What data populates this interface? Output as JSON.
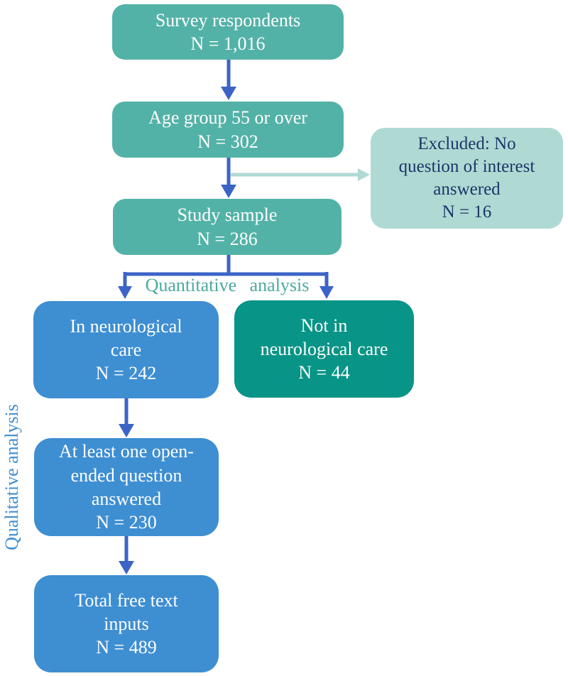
{
  "figure": {
    "type": "flow-diagram",
    "nodes": {
      "survey": {
        "label": "Survey respondents\nN = 1,016",
        "n": 1016,
        "fill": "#53B2A7",
        "text_color": "#FFFFFF"
      },
      "age_group": {
        "label": "Age group 55 or over\nN = 302",
        "n": 302,
        "fill": "#53B2A7",
        "text_color": "#FFFFFF"
      },
      "excluded": {
        "label": "Excluded: No\nquestion of interest\nanswered\nN = 16",
        "n": 16,
        "fill": "#AFDAD4",
        "text_color": "#1C3667"
      },
      "study_sample": {
        "label": "Study sample\nN = 286",
        "n": 286,
        "fill": "#53B2A7",
        "text_color": "#FFFFFF"
      },
      "in_care": {
        "label": "In neurological\ncare\nN = 242",
        "n": 242,
        "fill": "#3E8ED2",
        "text_color": "#FFFFFF"
      },
      "not_in_care": {
        "label": "Not in\nneurological care\nN = 44",
        "n": 44,
        "fill": "#089486",
        "text_color": "#FFFFFF"
      },
      "open_ended": {
        "label": "At least one open-\nended question\nanswered\nN = 230",
        "n": 230,
        "fill": "#3E8ED2",
        "text_color": "#FFFFFF"
      },
      "free_text": {
        "label": "Total free text\ninputs\nN = 489",
        "n": 489,
        "fill": "#3E8ED2",
        "text_color": "#FFFFFF"
      }
    },
    "annotations": {
      "quantitative_label": "Quantitative analysis",
      "qualitative_label": "Qualitative analysis"
    },
    "connectors": [
      {
        "from": "survey",
        "to": "age_group",
        "color": "#3B64C6"
      },
      {
        "from": "age_group",
        "to": "study_sample",
        "color": "#3B64C6"
      },
      {
        "from": "age_group_arrow",
        "to": "excluded",
        "color": "#AFDAD4"
      },
      {
        "from": "study_sample",
        "to": "in_care",
        "color": "#3B64C6"
      },
      {
        "from": "study_sample",
        "to": "not_in_care",
        "color": "#3B64C6"
      },
      {
        "from": "in_care",
        "to": "open_ended",
        "color": "#3B64C6"
      },
      {
        "from": "open_ended",
        "to": "free_text",
        "color": "#3B64C6"
      }
    ],
    "colors": {
      "teal_box": "#53B2A7",
      "light_teal_box": "#AFDAD4",
      "blue_box": "#3E8ED2",
      "green_box": "#089486",
      "arrow_blue": "#3B64C6",
      "exclusion_arrow": "#AFDAD4",
      "navy_text": "#1C3667",
      "white_text": "#FFFFFF",
      "quantitative_label_color": "#4BAB9F",
      "qualitative_label_color": "#3E8ED2"
    }
  }
}
